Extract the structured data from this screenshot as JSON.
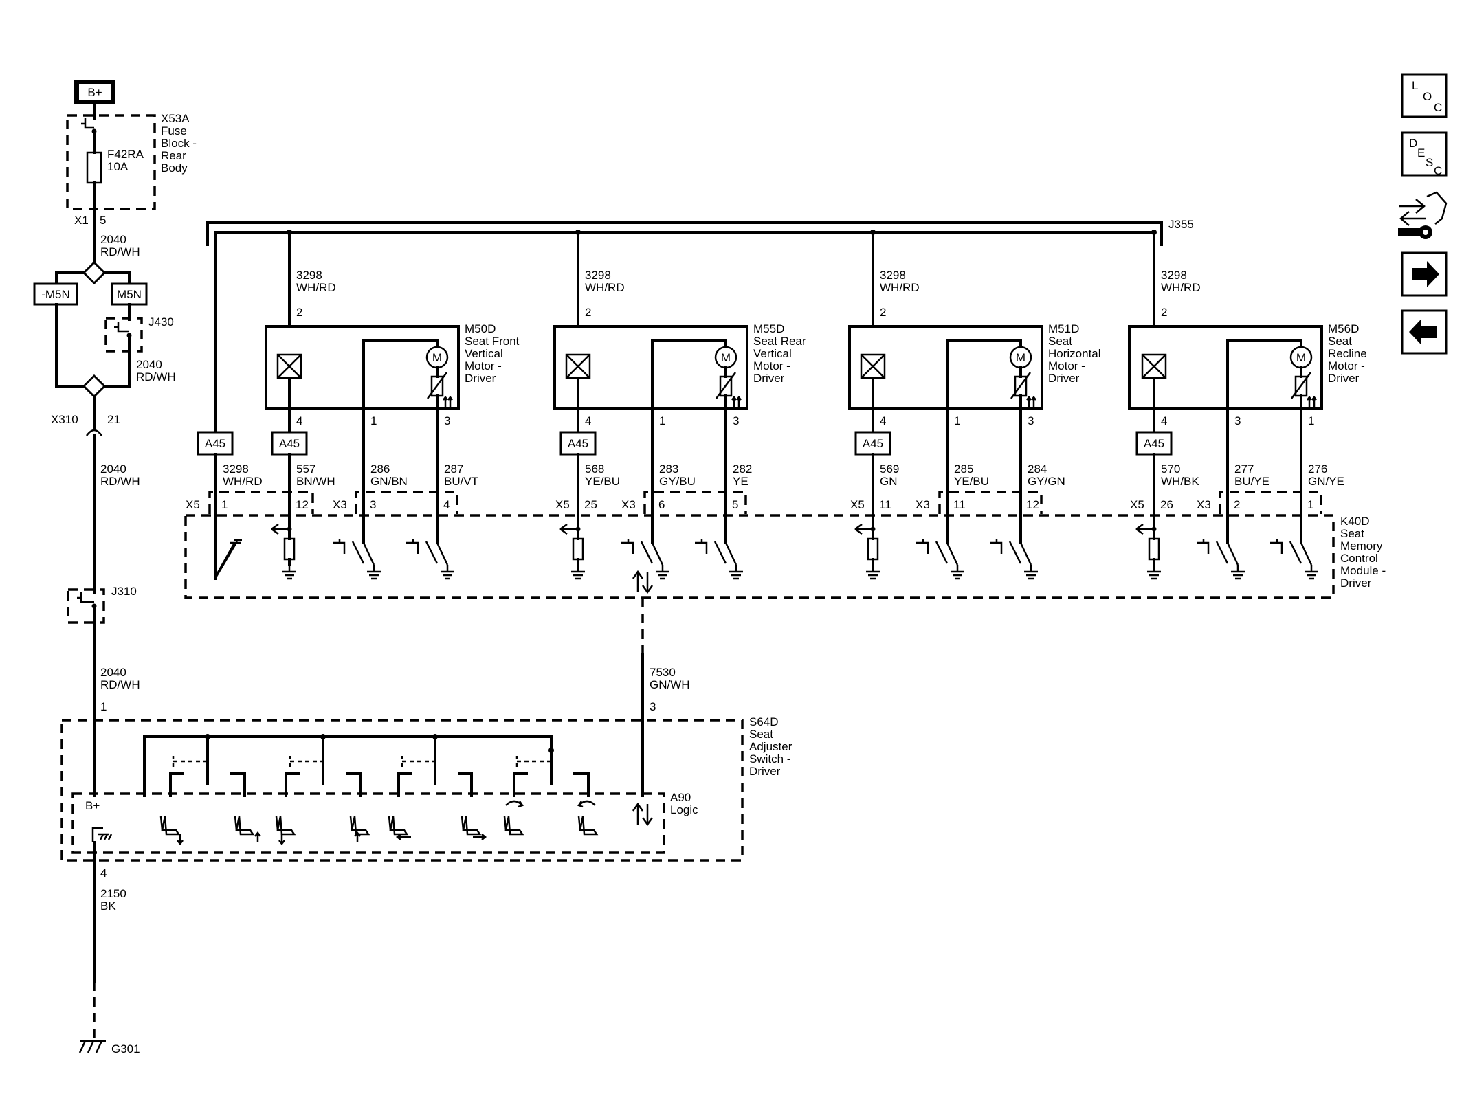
{
  "power": {
    "bplus": "B+"
  },
  "fuse_block": {
    "fuse_id": "F42RA",
    "fuse_rating": "10A",
    "ref": "X53A",
    "name_lines": [
      "Fuse",
      "Block -",
      "Rear",
      "Body"
    ],
    "conn": "X1",
    "pin": "5"
  },
  "feed_wire": {
    "circuit": "2040",
    "color": "RD/WH"
  },
  "power_mode": {
    "off_label": "-M5N",
    "on_label": "M5N"
  },
  "splice_j430": "J430",
  "inline": {
    "conn": "X310",
    "pin": "21"
  },
  "splice_j310": "J310",
  "splice_j355": "J355",
  "motors": [
    {
      "ref": "M50D",
      "name_lines": [
        "Seat Front",
        "Vertical",
        "Motor -",
        "Driver"
      ],
      "feed_circuit": "3298",
      "feed_color": "WH/RD",
      "feed_pin": "2",
      "pins": [
        "4",
        "1",
        "3"
      ],
      "wires": [
        {
          "circuit": "557",
          "color": "BN/WH"
        },
        {
          "circuit": "286",
          "color": "GN/BN"
        },
        {
          "circuit": "287",
          "color": "BU/VT"
        }
      ],
      "x5_pin": "12",
      "x3_pins": [
        "3",
        "4"
      ]
    },
    {
      "ref": "M55D",
      "name_lines": [
        "Seat Rear",
        "Vertical",
        "Motor -",
        "Driver"
      ],
      "feed_circuit": "3298",
      "feed_color": "WH/RD",
      "feed_pin": "2",
      "pins": [
        "4",
        "1",
        "3"
      ],
      "wires": [
        {
          "circuit": "568",
          "color": "YE/BU"
        },
        {
          "circuit": "283",
          "color": "GY/BU"
        },
        {
          "circuit": "282",
          "color": "YE"
        }
      ],
      "x5_pin": "25",
      "x3_pins": [
        "6",
        "5"
      ]
    },
    {
      "ref": "M51D",
      "name_lines": [
        "Seat",
        "Horizontal",
        "Motor -",
        "Driver"
      ],
      "feed_circuit": "3298",
      "feed_color": "WH/RD",
      "feed_pin": "2",
      "pins": [
        "4",
        "1",
        "3"
      ],
      "wires": [
        {
          "circuit": "569",
          "color": "GN"
        },
        {
          "circuit": "285",
          "color": "YE/BU"
        },
        {
          "circuit": "284",
          "color": "GY/GN"
        }
      ],
      "x5_pin": "11",
      "x3_pins": [
        "11",
        "12"
      ]
    },
    {
      "ref": "M56D",
      "name_lines": [
        "Seat",
        "Recline",
        "Motor -",
        "Driver"
      ],
      "feed_circuit": "3298",
      "feed_color": "WH/RD",
      "feed_pin": "2",
      "pins": [
        "4",
        "3",
        "1"
      ],
      "wires": [
        {
          "circuit": "570",
          "color": "WH/BK"
        },
        {
          "circuit": "277",
          "color": "BU/YE"
        },
        {
          "circuit": "276",
          "color": "GN/YE"
        }
      ],
      "x5_pin": "26",
      "x3_pins": [
        "2",
        "1"
      ]
    }
  ],
  "a45": "A45",
  "x5_label": "X5",
  "x3_label": "X3",
  "motor_glyph": "M",
  "k40d_feed": {
    "circuit": "3298",
    "color": "WH/RD",
    "pin": "1"
  },
  "k40d": {
    "ref": "K40D",
    "name_lines": [
      "Seat",
      "Memory",
      "Control",
      "Module -",
      "Driver"
    ]
  },
  "comm_wire": {
    "circuit": "7530",
    "color": "GN/WH",
    "pin": "3"
  },
  "switch_feed": {
    "circuit": "2040",
    "color": "RD/WH",
    "pin": "1"
  },
  "s64d": {
    "ref": "S64D",
    "name_lines": [
      "Seat",
      "Adjuster",
      "Switch -",
      "Driver"
    ]
  },
  "a90": {
    "ref": "A90",
    "name": "Logic",
    "bplus": "B+"
  },
  "ground_wire": {
    "pin": "4",
    "circuit": "2150",
    "color": "BK"
  },
  "ground": "G301",
  "nav": {
    "loc_letters": [
      "L",
      "O",
      "C"
    ],
    "desc_letters": [
      "D",
      "E",
      "S",
      "C"
    ]
  },
  "icons": [
    "battery-icon",
    "fuse-icon",
    "switch-icon",
    "motor-icon",
    "ground-icon",
    "loc-icon",
    "desc-icon",
    "connector-view-icon",
    "next-arrow-icon",
    "prev-arrow-icon"
  ]
}
